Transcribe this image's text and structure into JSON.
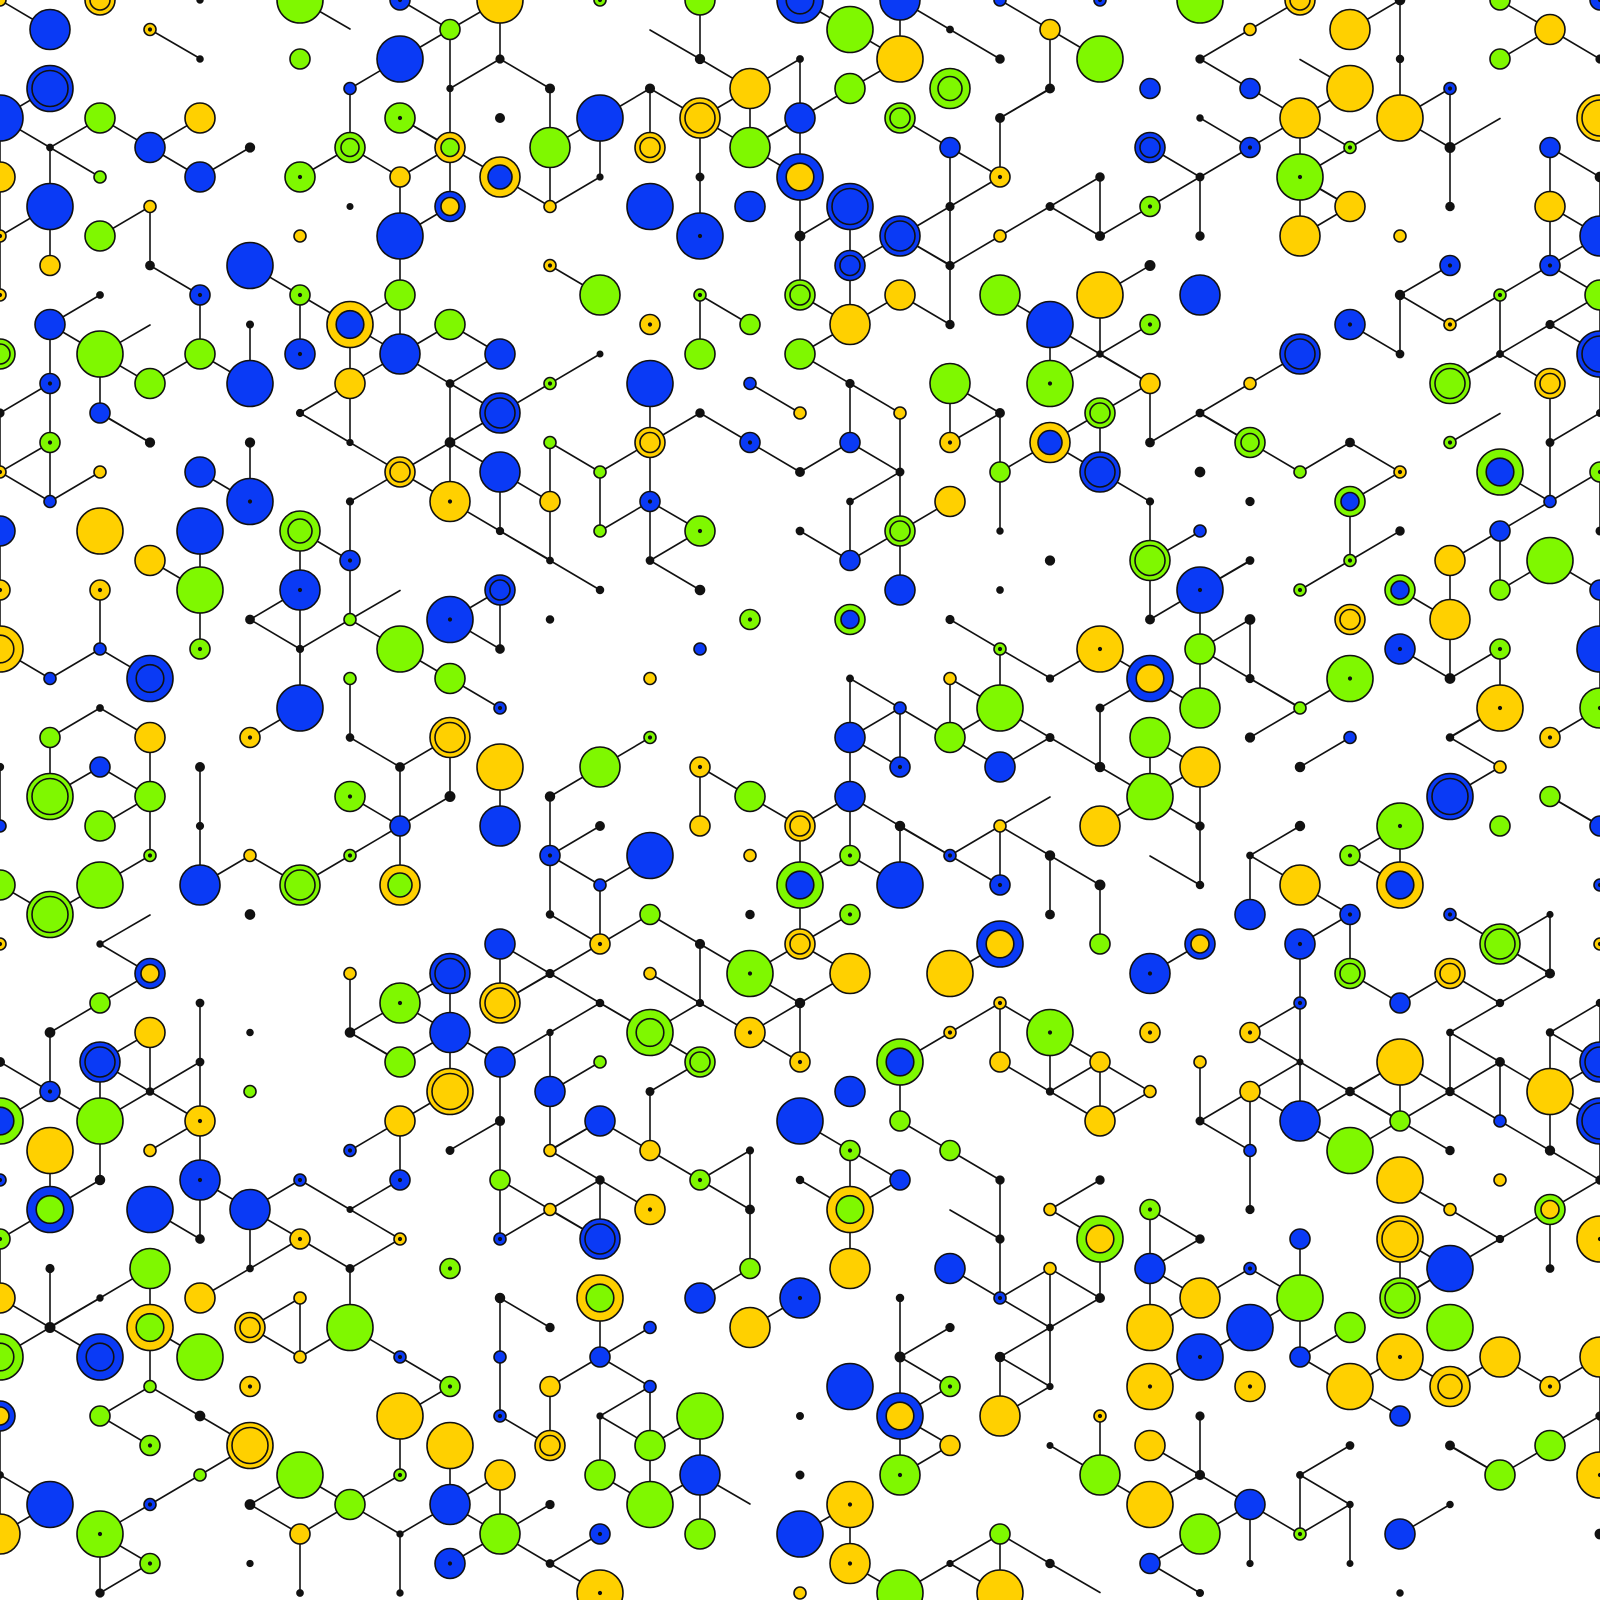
{
  "artwork": {
    "kind": "generative molecule / circuit pattern",
    "background_color": "#ffffff",
    "line_color": "#111111",
    "palette": {
      "blue": "#0a3af5",
      "yellow": "#ffd000",
      "green": "#7ff800"
    },
    "node_color_names": [
      "blue",
      "yellow",
      "green"
    ],
    "has_text": false
  }
}
